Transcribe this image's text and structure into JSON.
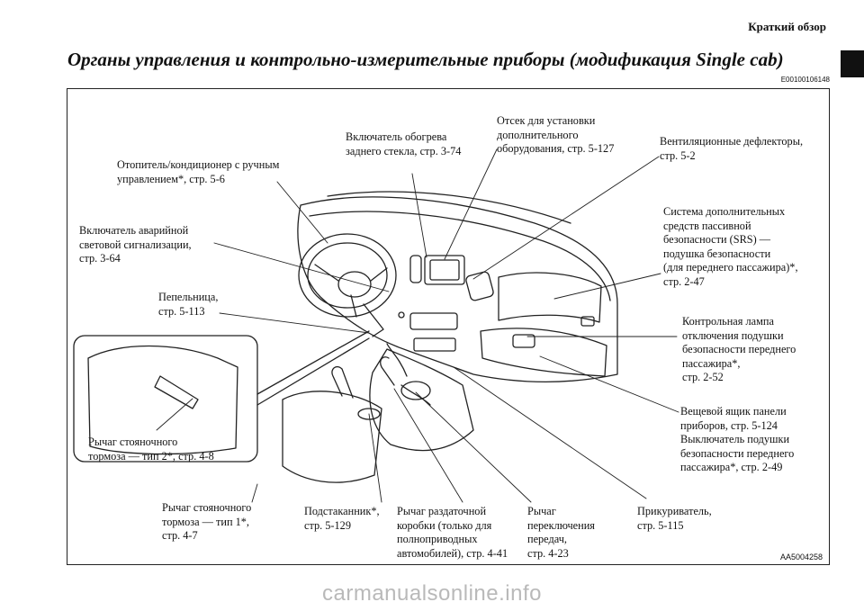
{
  "header": {
    "section_title": "Краткий обзор",
    "main_title": "Органы управления и контрольно-измерительные приборы (модификация Single cab)",
    "doc_code": "E00100106148"
  },
  "figure": {
    "image_code": "AA5004258",
    "labels": {
      "heater": "Отопитель/кондиционер с ручным\nуправлением*, стр. 5-6",
      "rear_defog": "Включатель обогрева\nзаднего стекла, стр. 3-74",
      "accessory": "Отсек для установки\nдополнительного\nоборудования, стр. 5-127",
      "vents": "Вентиляционные дефлекторы,\nстр. 5-2",
      "hazard": "Включатель аварийной\nсветовой сигнализации,\nстр. 3-64",
      "srs": "Система дополнительных\nсредств пассивной\nбезопасности (SRS) —\nподушка безопасности\n(для переднего пассажира)*,\nстр. 2-47",
      "ashtray": "Пепельница,\nстр. 5-113",
      "airbag_lamp": "Контрольная лампа\nотключения подушки\nбезопасности переднего\nпассажира*,\nстр. 2-52",
      "glovebox": "Вещевой ящик панели\nприборов, стр. 5-124\nВыключатель подушки\nбезопасности переднего\nпассажира*, стр. 2-49",
      "parking2": "Рычаг стояночного\nтормоза — тип 2*, стр. 4-8",
      "parking1": "Рычаг стояночного\nтормоза — тип 1*,\nстр. 4-7",
      "cupholder": "Подстаканник*,\nстр. 5-129",
      "transfer": "Рычаг раздаточной\nкоробки (только для\nполноприводных\nавтомобилей), стр. 4-41",
      "gear": "Рычаг\nпереключения\nпередач,\nстр. 4-23",
      "lighter": "Прикуриватель,\nстр. 5-115"
    }
  },
  "footer": {
    "watermark": "carmanualsonline.info"
  }
}
